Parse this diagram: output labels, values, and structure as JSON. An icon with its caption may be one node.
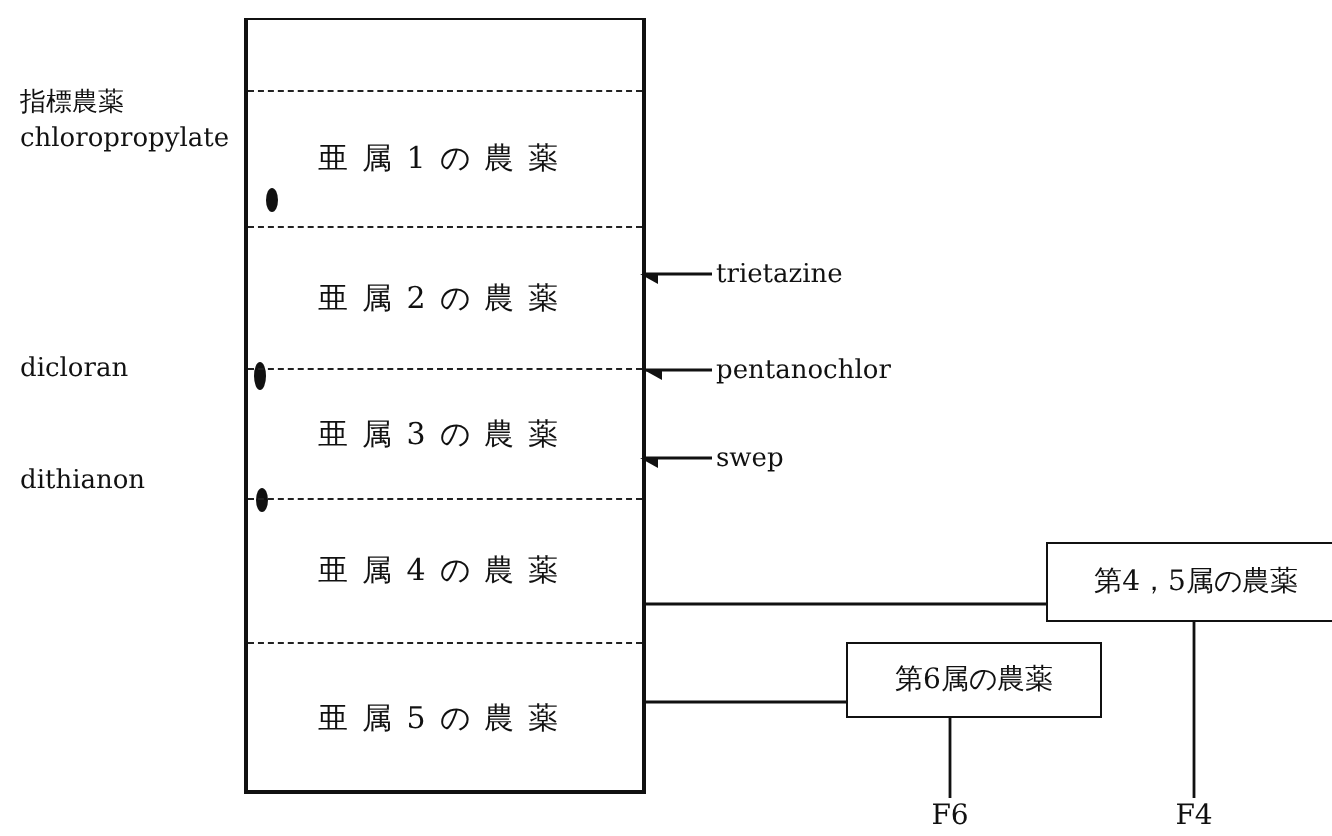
{
  "diagram": {
    "nodes": [
      {
        "text": [],
        "shape": "box"
      },
      {
        "text": [
          "亜属1の農薬"
        ],
        "in": 0
      },
      {
        "text": [
          "亜属2の農薬"
        ],
        "in": 0
      },
      {
        "text": [
          "亜属3の農薬"
        ],
        "in": 0
      },
      {
        "text": [
          "亜属4の農薬"
        ],
        "in": 0
      },
      {
        "text": [
          "亜属5の農薬"
        ],
        "in": 0
      },
      {
        "text": [
          "第4，5属の農薬"
        ]
      },
      {
        "text": [
          "第6属の農薬"
        ]
      },
      {
        "text": [
          "F6"
        ]
      },
      {
        "text": [
          "F4"
        ]
      },
      {
        "text": [
          "trietazine"
        ]
      },
      {
        "text": [
          "pentanochlor"
        ]
      },
      {
        "text": [
          "swep"
        ]
      }
    ],
    "edges": [
      {
        "from": 4,
        "to": 6,
        "arrow": "none"
      },
      {
        "from": 5,
        "to": 7,
        "arrow": "none"
      },
      {
        "from": 7,
        "to": 8,
        "arrow": "none"
      },
      {
        "from": 6,
        "to": 9,
        "arrow": "none"
      },
      {
        "from": 10,
        "to": 2,
        "arrow": "to"
      },
      {
        "from": 11,
        "to": 0,
        "arrow": "to"
      },
      {
        "from": 12,
        "to": 3,
        "arrow": "to"
      }
    ],
    "labels": [
      "指標農薬",
      "chloropropylate",
      "dicloran",
      "dithianon"
    ]
  }
}
